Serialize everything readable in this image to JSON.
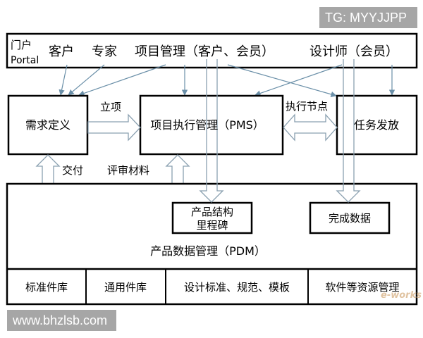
{
  "watermarks": {
    "top_right": "TG: MYYJJPP",
    "bottom_left": "www.bhzlsb.com",
    "logo": "e-works"
  },
  "portal": {
    "title_cn": "门户",
    "title_en": "Portal",
    "roles": [
      "客户",
      "专家",
      "项目管理（客户、会员）",
      "设计师（会员）"
    ]
  },
  "nodes": {
    "requirement": "需求定义",
    "pms": "项目执行管理（PMS）",
    "task": "任务发放",
    "product_structure_line1": "产品结构",
    "product_structure_line2": "里程碑",
    "completion_data": "完成数据",
    "pdm": "产品数据管理（PDM）"
  },
  "edge_labels": {
    "initiate": "立项",
    "exec_nodes": "执行节点",
    "deliver": "交付",
    "review": "评审材料"
  },
  "libraries": [
    "标准件库",
    "通用件库",
    "设计标准、规范、模板",
    "软件等资源管理"
  ],
  "colors": {
    "arrow": "#6a8fa8",
    "border": "#000000",
    "badge": "#a6a6a6"
  }
}
